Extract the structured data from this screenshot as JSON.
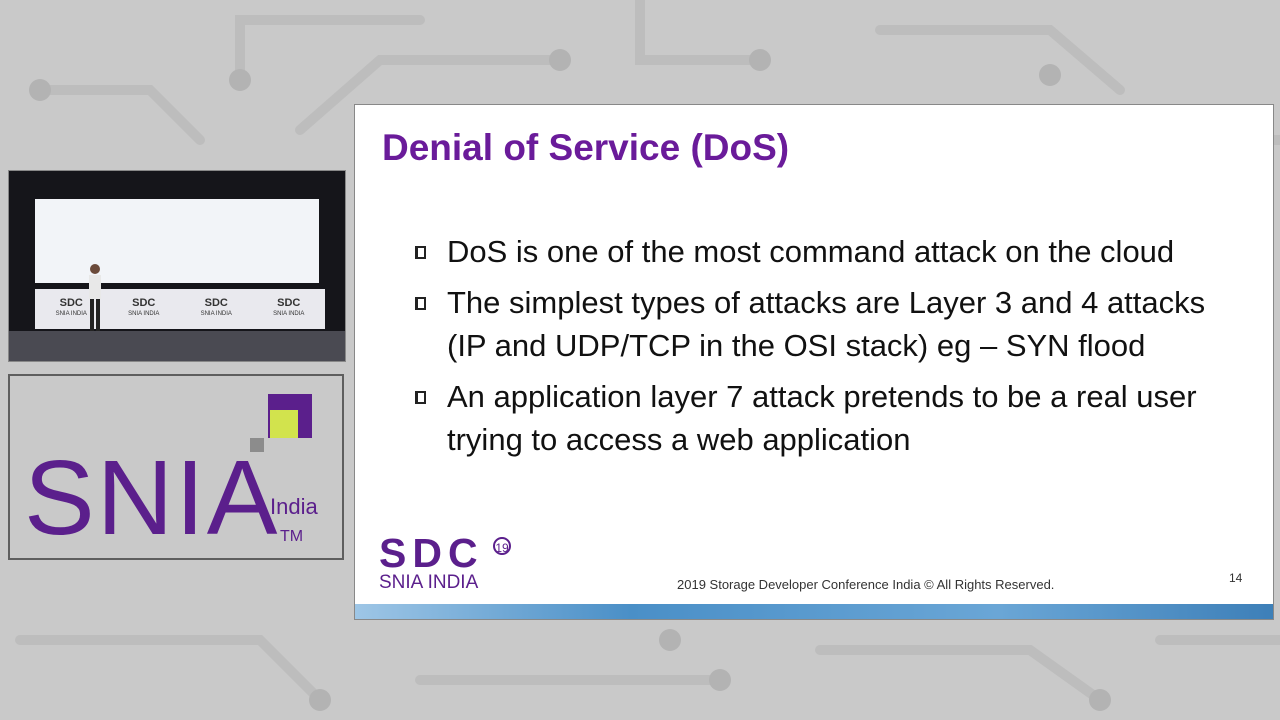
{
  "slide": {
    "title": "Denial of Service (DoS)",
    "bullets": [
      "DoS is one of the most command attack on the cloud",
      "The simplest types of attacks are Layer 3 and 4 attacks (IP and UDP/TCP in the OSI stack) eg – SYN flood",
      "An application layer 7 attack pretends to be a real user trying to access a web application"
    ],
    "footer": "2019 Storage Developer Conference India ©  All Rights Reserved.",
    "page_number": "14",
    "sdc_logo": {
      "letters": "SDC",
      "year": "19",
      "subtitle": "SNIA INDIA"
    }
  },
  "brand_logo": {
    "name": "SNIA",
    "region": "India",
    "trademark": "TM"
  },
  "camera_stage": {
    "banner": "SDC",
    "banner_sub": "SNIA INDIA"
  },
  "colors": {
    "brand_purple": "#5b1f8c",
    "title_purple": "#6a1b9a",
    "accent_lime": "#d2e34d",
    "background": "#c9c9c9"
  }
}
